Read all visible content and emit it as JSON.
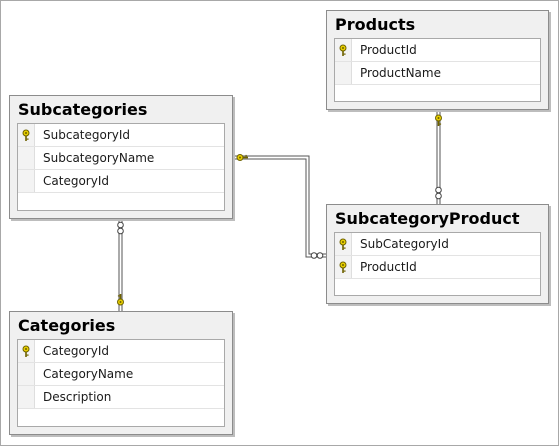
{
  "tables": {
    "products": {
      "title": "Products",
      "columns": [
        {
          "name": "ProductId",
          "key": true
        },
        {
          "name": "ProductName",
          "key": false
        }
      ]
    },
    "subcategories": {
      "title": "Subcategories",
      "columns": [
        {
          "name": "SubcategoryId",
          "key": true
        },
        {
          "name": "SubcategoryName",
          "key": false
        },
        {
          "name": "CategoryId",
          "key": false
        }
      ]
    },
    "subcategory_product": {
      "title": "SubcategoryProduct",
      "columns": [
        {
          "name": "SubCategoryId",
          "key": true
        },
        {
          "name": "ProductId",
          "key": true
        }
      ]
    },
    "categories": {
      "title": "Categories",
      "columns": [
        {
          "name": "CategoryId",
          "key": true
        },
        {
          "name": "CategoryName",
          "key": false
        },
        {
          "name": "Description",
          "key": false
        }
      ]
    }
  },
  "colors": {
    "key_icon": "#d8b800",
    "connector": "#555555",
    "table_header": "#f0f0f0"
  },
  "relationships": [
    {
      "from": "Products",
      "to": "SubcategoryProduct",
      "one_end": "Products",
      "many_end": "SubcategoryProduct"
    },
    {
      "from": "Subcategories",
      "to": "SubcategoryProduct",
      "one_end": "Subcategories",
      "many_end": "SubcategoryProduct"
    },
    {
      "from": "Categories",
      "to": "Subcategories",
      "one_end": "Categories",
      "many_end": "Subcategories"
    }
  ]
}
